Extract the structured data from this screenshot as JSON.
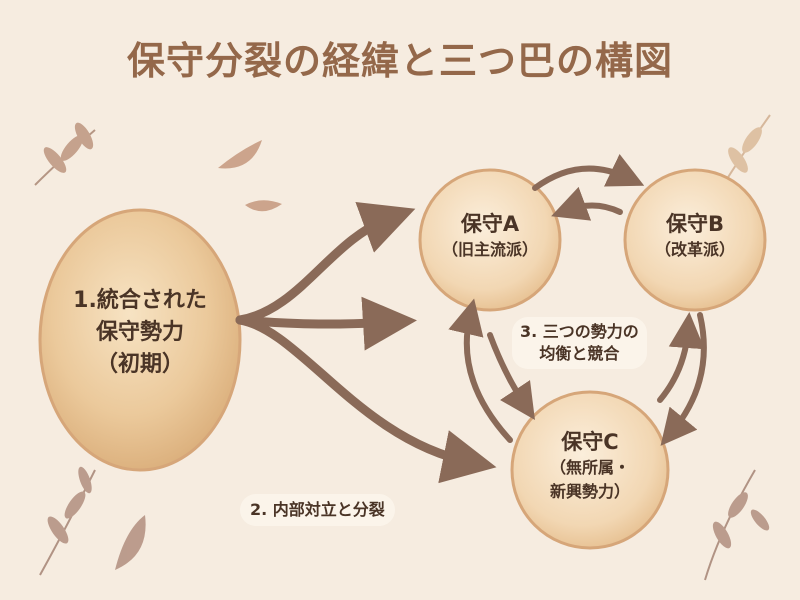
{
  "title": "保守分裂の経緯と三つ巴の構図",
  "nodes": {
    "initial": {
      "line1": "1.統合された",
      "line2": "保守勢力",
      "line3": "（初期）"
    },
    "a": {
      "name": "保守A",
      "sub": "（旧主流派）"
    },
    "b": {
      "name": "保守B",
      "sub": "（改革派）"
    },
    "c": {
      "name": "保守C",
      "sub1": "（無所属・",
      "sub2": "新興勢力）"
    }
  },
  "labels": {
    "split": "2. 内部対立と分裂",
    "balance1": "3. 三つの勢力の",
    "balance2": "均衡と競合"
  },
  "colors": {
    "background": "#f6ece0",
    "title": "#94684a",
    "arrow": "#8a6a58",
    "node_fill": "#f4dcbc",
    "node_stroke": "#d6a679",
    "text": "#4a3426"
  }
}
